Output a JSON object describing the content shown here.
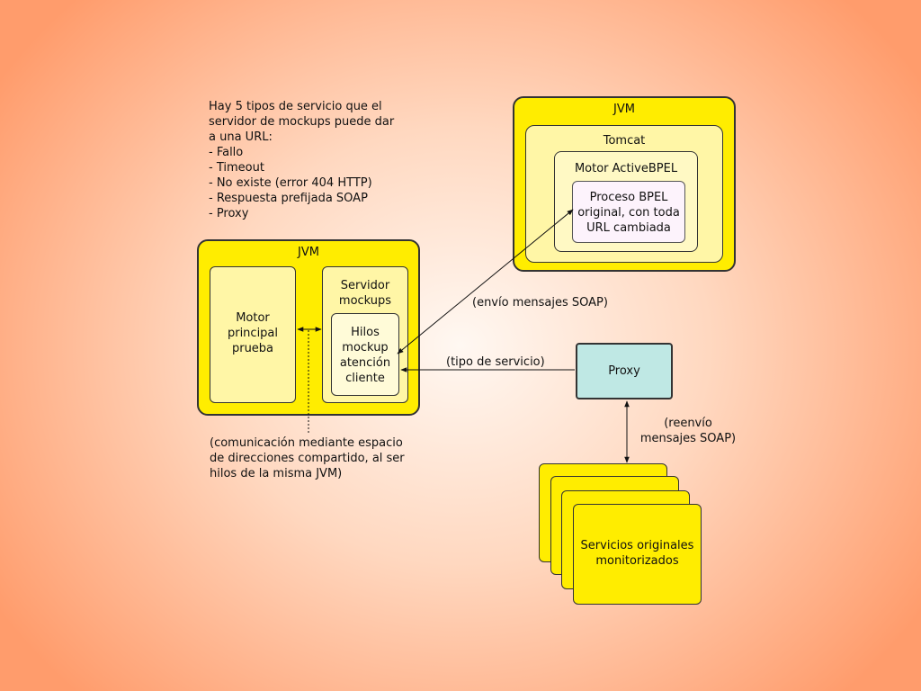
{
  "note": {
    "intro_lines": [
      "Hay 5 tipos de servicio que el",
      "servidor de mockups puede dar",
      "a una URL:"
    ],
    "items": [
      "- Fallo",
      "- Timeout",
      "- No existe (error 404 HTTP)",
      "- Respuesta prefijada SOAP",
      "- Proxy"
    ]
  },
  "left_jvm": {
    "title": "JVM",
    "motor": "Motor\nprincipal\nprueba",
    "servidor": "Servidor\nmockups",
    "hilos": "Hilos\nmockup\natención\ncliente"
  },
  "right_jvm": {
    "title": "JVM",
    "tomcat": "Tomcat",
    "motor_bpel": "Motor ActiveBPEL",
    "proceso": "Proceso BPEL\noriginal, con toda\nURL cambiada"
  },
  "proxy": {
    "label": "Proxy"
  },
  "services": {
    "label": "Servicios originales\nmonitorizados"
  },
  "annotations": {
    "soap": "(envío mensajes SOAP)",
    "tipo": "(tipo de servicio)",
    "reenvio": "(reenvío\nmensajes SOAP)",
    "comunicacion": "(comunicación mediante espacio\nde direcciones compartido, al ser\nhilos de la misma JVM)"
  },
  "colors": {
    "yellow": "#ffed00",
    "proxy": "#bfe8e4",
    "border": "#333333"
  }
}
